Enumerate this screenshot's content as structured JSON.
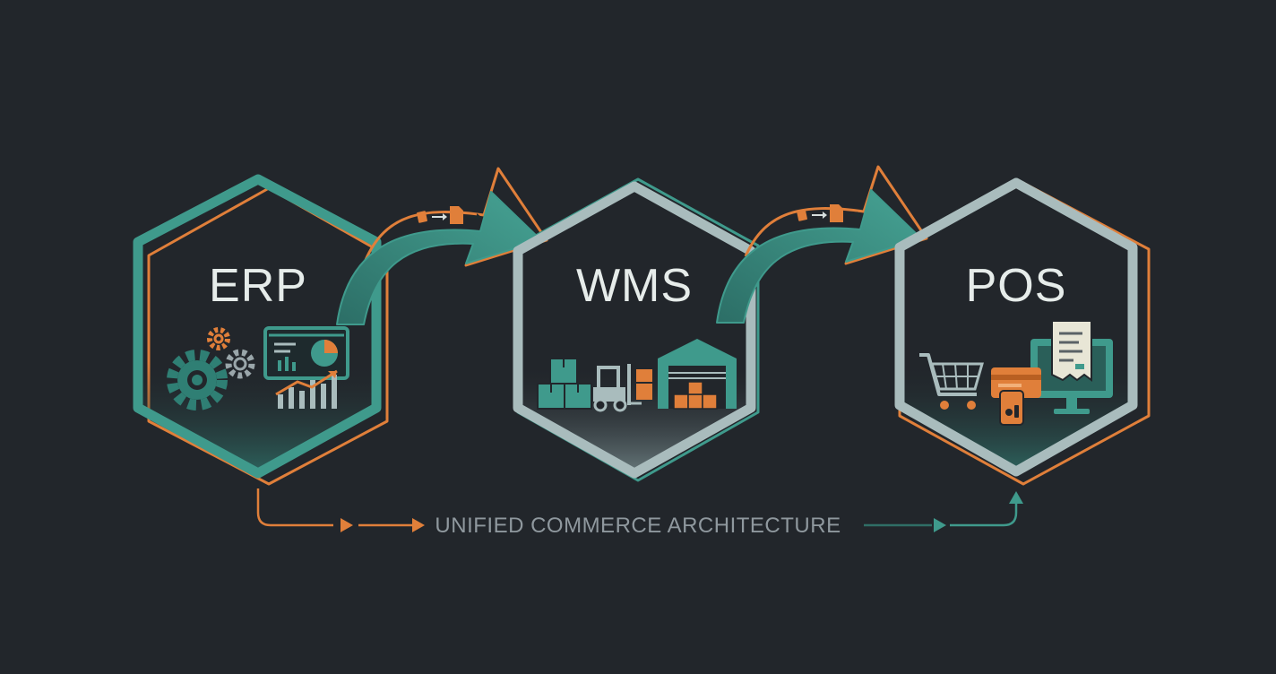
{
  "nodes": [
    {
      "id": "erp",
      "label": "ERP"
    },
    {
      "id": "wms",
      "label": "WMS"
    },
    {
      "id": "pos",
      "label": "POS"
    }
  ],
  "footer": {
    "label": "UNIFIED COMMERCE ARCHITECTURE"
  },
  "icons": {
    "erp": [
      "gear-icon",
      "dashboard-icon",
      "growth-chart-icon"
    ],
    "wms": [
      "boxes-icon",
      "forklift-icon",
      "warehouse-icon"
    ],
    "pos": [
      "shopping-cart-icon",
      "credit-card-icon",
      "receipt-icon",
      "monitor-icon"
    ],
    "flow": [
      "document-icon",
      "arrow-right-icon"
    ]
  },
  "colors": {
    "background": "#22262b",
    "teal": "#3f9a8c",
    "orange": "#e07f3a",
    "silver": "#a9bcbd"
  }
}
